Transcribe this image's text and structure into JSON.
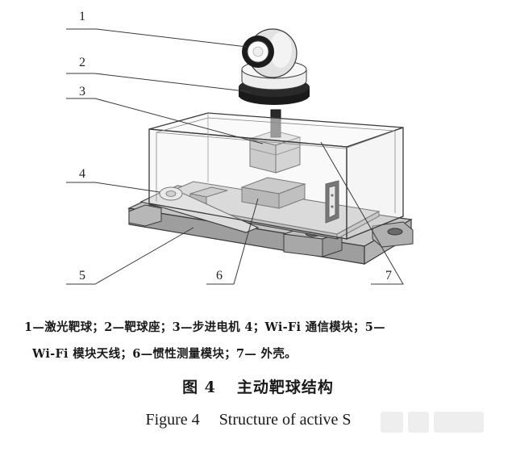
{
  "callouts": [
    {
      "id": "1",
      "label": "1"
    },
    {
      "id": "2",
      "label": "2"
    },
    {
      "id": "3",
      "label": "3"
    },
    {
      "id": "4",
      "label": "4"
    },
    {
      "id": "5",
      "label": "5"
    },
    {
      "id": "6",
      "label": "6"
    },
    {
      "id": "7",
      "label": "7"
    }
  ],
  "legend": {
    "line1": "1—激光靶球；2—靶球座；3—步进电机 4；Wi-Fi 通信模块；5—",
    "line2": "Wi-Fi 模块天线；6—惯性测量模块；7— 外壳。"
  },
  "caption": {
    "cn_figure": "图 4",
    "cn_title": "主动靶球结构",
    "en_figure": "Figure 4",
    "en_title": "Structure of active S"
  },
  "colors": {
    "line": "#3a3a3a",
    "base": "#bdbdbd",
    "board": "#c9c9c9",
    "housing": "#f2f2f2",
    "ring": "#1a1a1a"
  }
}
